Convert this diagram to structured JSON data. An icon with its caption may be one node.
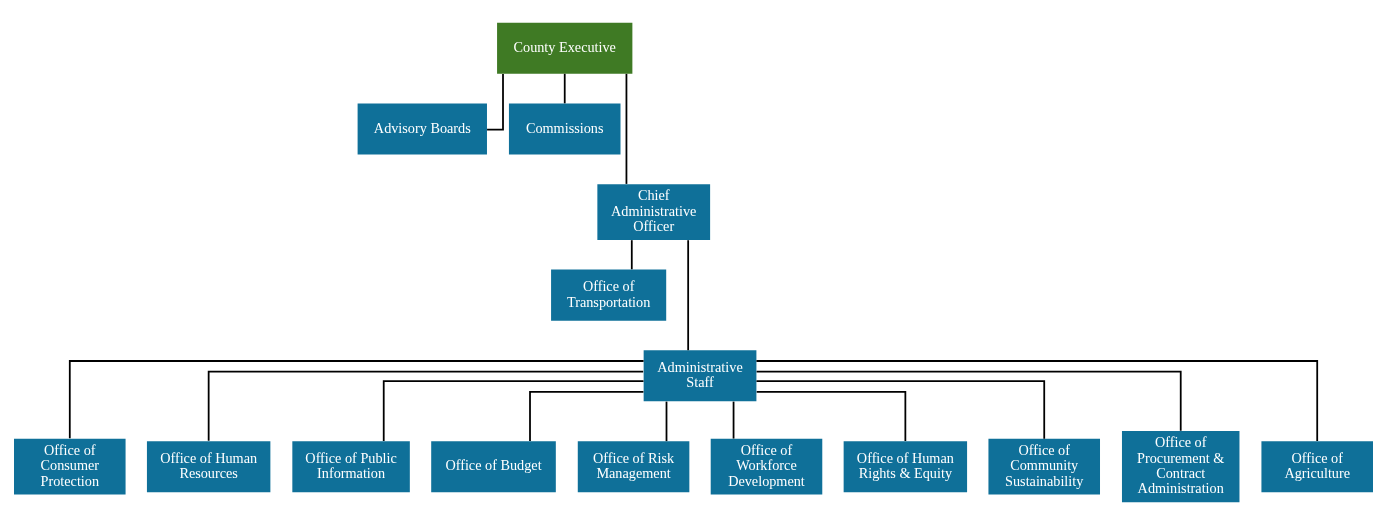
{
  "diagram": {
    "nodes": [
      {
        "text": [
          "County Executive"
        ]
      },
      {
        "text": [
          "Advisory Boards"
        ]
      },
      {
        "text": [
          "Commissions"
        ]
      },
      {
        "text": [
          "Chief Administrative Officer"
        ]
      },
      {
        "text": [
          "Office of Transportation"
        ]
      },
      {
        "text": [
          "Administrative Staff"
        ]
      },
      {
        "text": [
          "Office of Consumer Protection"
        ]
      },
      {
        "text": [
          "Office of Human Resources"
        ]
      },
      {
        "text": [
          "Office of Public Information"
        ]
      },
      {
        "text": [
          "Office of Budget"
        ]
      },
      {
        "text": [
          "Office of Risk Management"
        ]
      },
      {
        "text": [
          "Office of Workforce Development"
        ]
      },
      {
        "text": [
          "Office of Human Rights & Equity"
        ]
      },
      {
        "text": [
          "Office of Community Sustainability"
        ]
      },
      {
        "text": [
          "Office of Procurement & Contract Administration"
        ]
      },
      {
        "text": [
          "Office of Agriculture"
        ]
      }
    ],
    "edges": [
      {
        "from": 0,
        "to": 3,
        "arrow": "none"
      },
      {
        "from": 0,
        "to": 1,
        "arrow": "none"
      },
      {
        "from": 0,
        "to": 2,
        "arrow": "none"
      },
      {
        "from": 3,
        "to": 4,
        "arrow": "none"
      },
      {
        "from": 3,
        "to": 5,
        "arrow": "none"
      },
      {
        "from": 5,
        "to": 6,
        "arrow": "none"
      },
      {
        "from": 5,
        "to": 7,
        "arrow": "none"
      },
      {
        "from": 5,
        "to": 8,
        "arrow": "none"
      },
      {
        "from": 5,
        "to": 9,
        "arrow": "none"
      },
      {
        "from": 5,
        "to": 10,
        "arrow": "none"
      },
      {
        "from": 5,
        "to": 11,
        "arrow": "none"
      },
      {
        "from": 5,
        "to": 12,
        "arrow": "none"
      },
      {
        "from": 5,
        "to": 13,
        "arrow": "none"
      },
      {
        "from": 5,
        "to": 14,
        "arrow": "none"
      },
      {
        "from": 5,
        "to": 15,
        "arrow": "none"
      }
    ]
  }
}
